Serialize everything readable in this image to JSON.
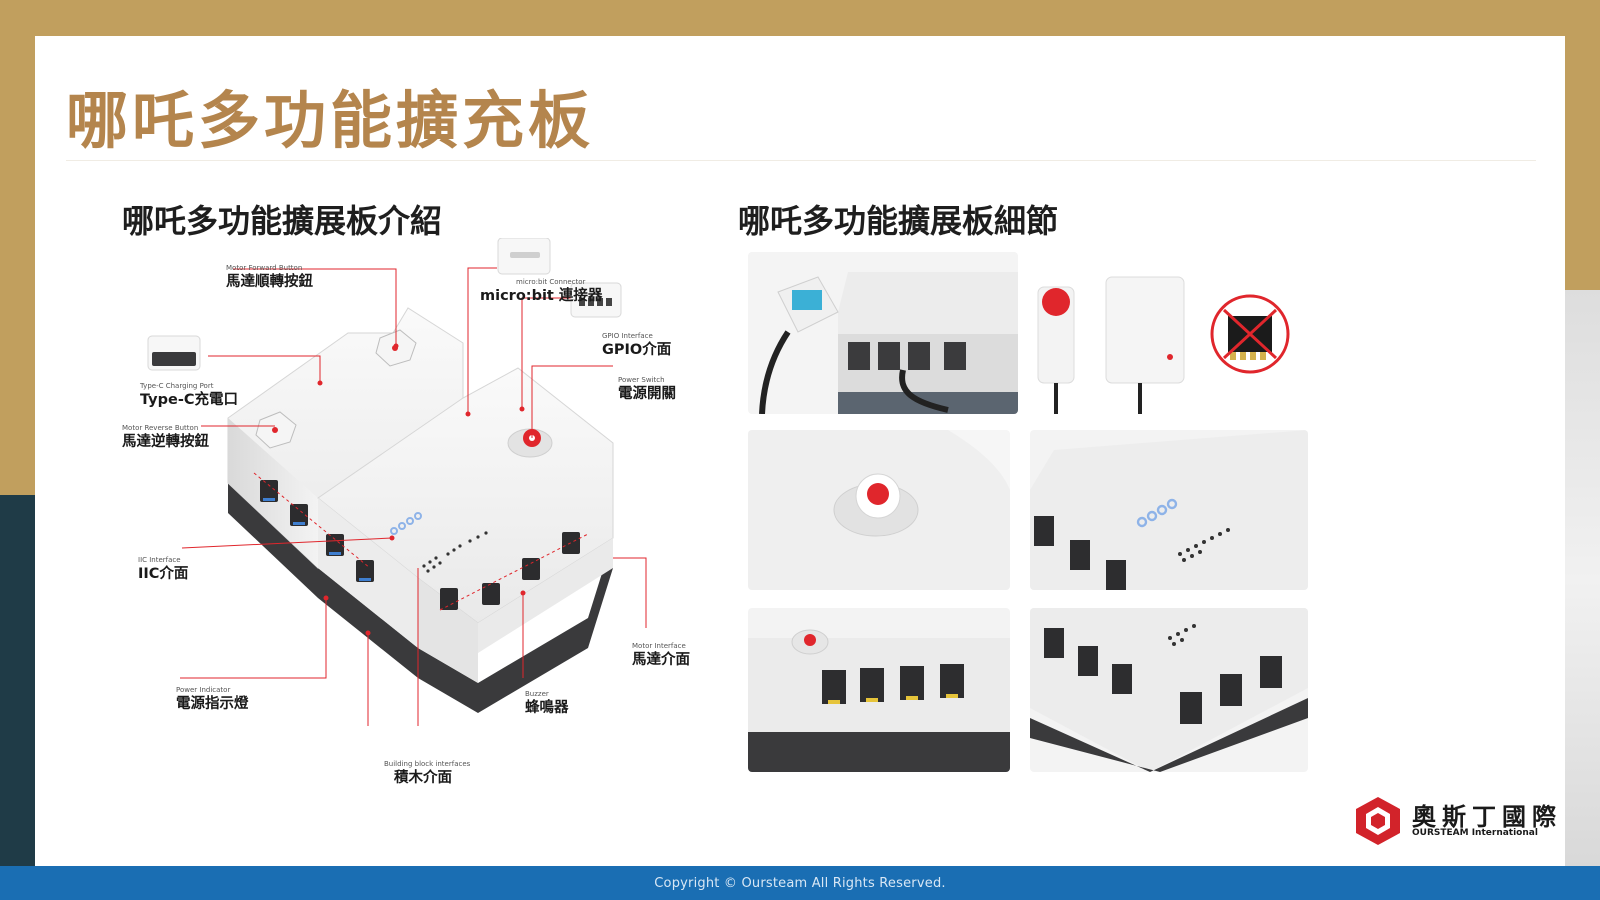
{
  "slide": {
    "title": "哪吒多功能擴充板",
    "left_section_title": "哪吒多功能擴展板介紹",
    "right_section_title": "哪吒多功能擴展板細節"
  },
  "callouts": {
    "motor_forward": {
      "en": "Motor Forward Button",
      "zh": "馬達順轉按鈕"
    },
    "microbit": {
      "en": "micro:bit Connector",
      "zh": "micro:bit 連接器"
    },
    "gpio": {
      "en": "GPIO Interface",
      "zh": "GPIO介面"
    },
    "typec": {
      "en": "Type-C Charging Port",
      "zh": "Type-C充電口"
    },
    "power_switch": {
      "en": "Power Switch",
      "zh": "電源開關"
    },
    "motor_reverse": {
      "en": "Motor Reverse Button",
      "zh": "馬達逆轉按鈕"
    },
    "iic": {
      "en": "IIC Interface",
      "zh": "IIC介面"
    },
    "motor_interface": {
      "en": "Motor Interface",
      "zh": "馬達介面"
    },
    "power_indicator": {
      "en": "Power Indicator",
      "zh": "電源指示燈"
    },
    "buzzer": {
      "en": "Buzzer",
      "zh": "蜂鳴器"
    },
    "building_block": {
      "en": "Building block interfaces",
      "zh": "積木介面"
    }
  },
  "logo": {
    "cn": "奧斯丁國際",
    "en": "OURSTEAM International"
  },
  "footer": {
    "copyright": "Copyright © Oursteam All Rights Reserved."
  },
  "colors": {
    "title": "#b4854d",
    "footer": "#1a6eb3",
    "gold_frame": "#c19f5e",
    "accent_red": "#e0262c"
  }
}
